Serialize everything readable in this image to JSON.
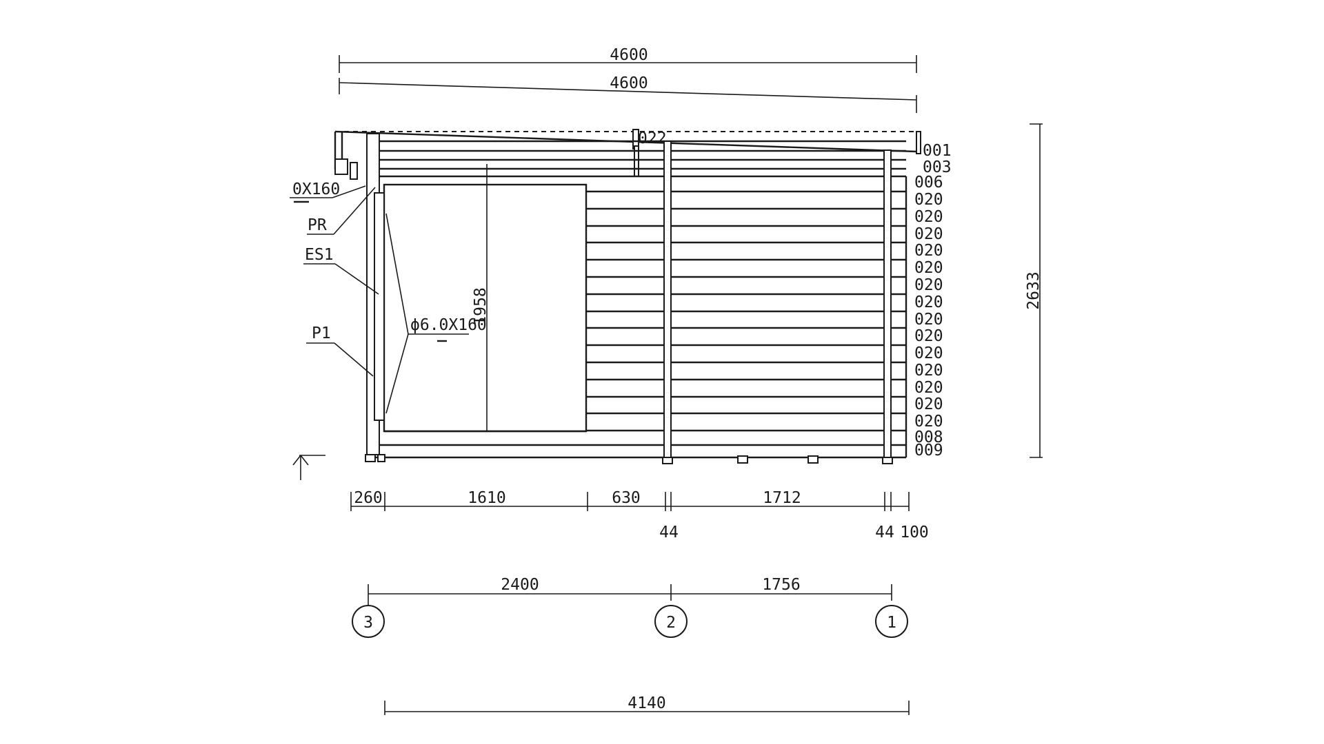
{
  "dimensions": {
    "top_overall": "4600",
    "top_sloped": "4600",
    "height_total": "2633",
    "door_height": "1958",
    "segments": [
      "260",
      "1610",
      "630",
      "1712"
    ],
    "small_left": "44",
    "small_right": "44",
    "small_end": "100",
    "axis_span_1": "2400",
    "axis_span_2": "1756",
    "foundation": "4140"
  },
  "axes": [
    "3",
    "2",
    "1"
  ],
  "log_codes": [
    "001",
    "003",
    "006",
    "020",
    "020",
    "020",
    "020",
    "020",
    "020",
    "020",
    "020",
    "020",
    "020",
    "020",
    "020",
    "020",
    "020",
    "008",
    "009"
  ],
  "roof_code": "022",
  "annotations": {
    "bolt_top": "0X160",
    "pr": "PR",
    "es1": "ES1",
    "p1": "P1",
    "bolt_door": "ϕ6.0X160"
  }
}
